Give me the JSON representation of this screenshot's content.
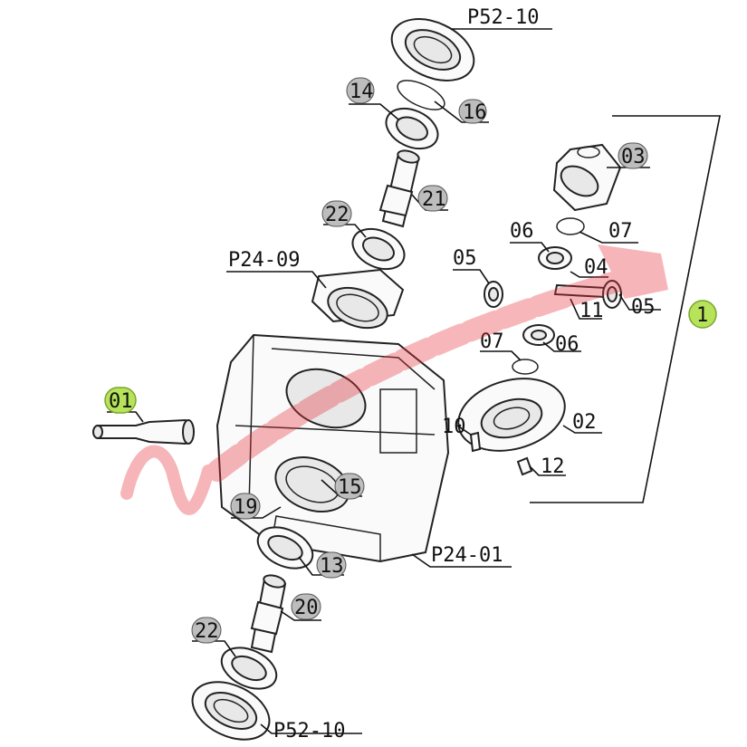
{
  "watermark": {
    "color": "#e7313a"
  },
  "labels": {
    "p52_10_top": "P52-10",
    "n14": "14",
    "n16": "16",
    "n21": "21",
    "n22_top": "22",
    "p24_09": "P24-09",
    "n03": "03",
    "n06_a": "06",
    "n07_a": "07",
    "n05_a": "05",
    "n04": "04",
    "n11": "11",
    "n05_b": "05",
    "n07_b": "07",
    "n06_b": "06",
    "n01": "01",
    "n10": "10",
    "n02": "02",
    "n12": "12",
    "n15": "15",
    "n19": "19",
    "p24_01": "P24-01",
    "n13": "13",
    "n20": "20",
    "n22_bottom": "22",
    "p52_10_bottom": "P52-10",
    "assembly_1": "1"
  },
  "highlight_color": "#b6e35a"
}
